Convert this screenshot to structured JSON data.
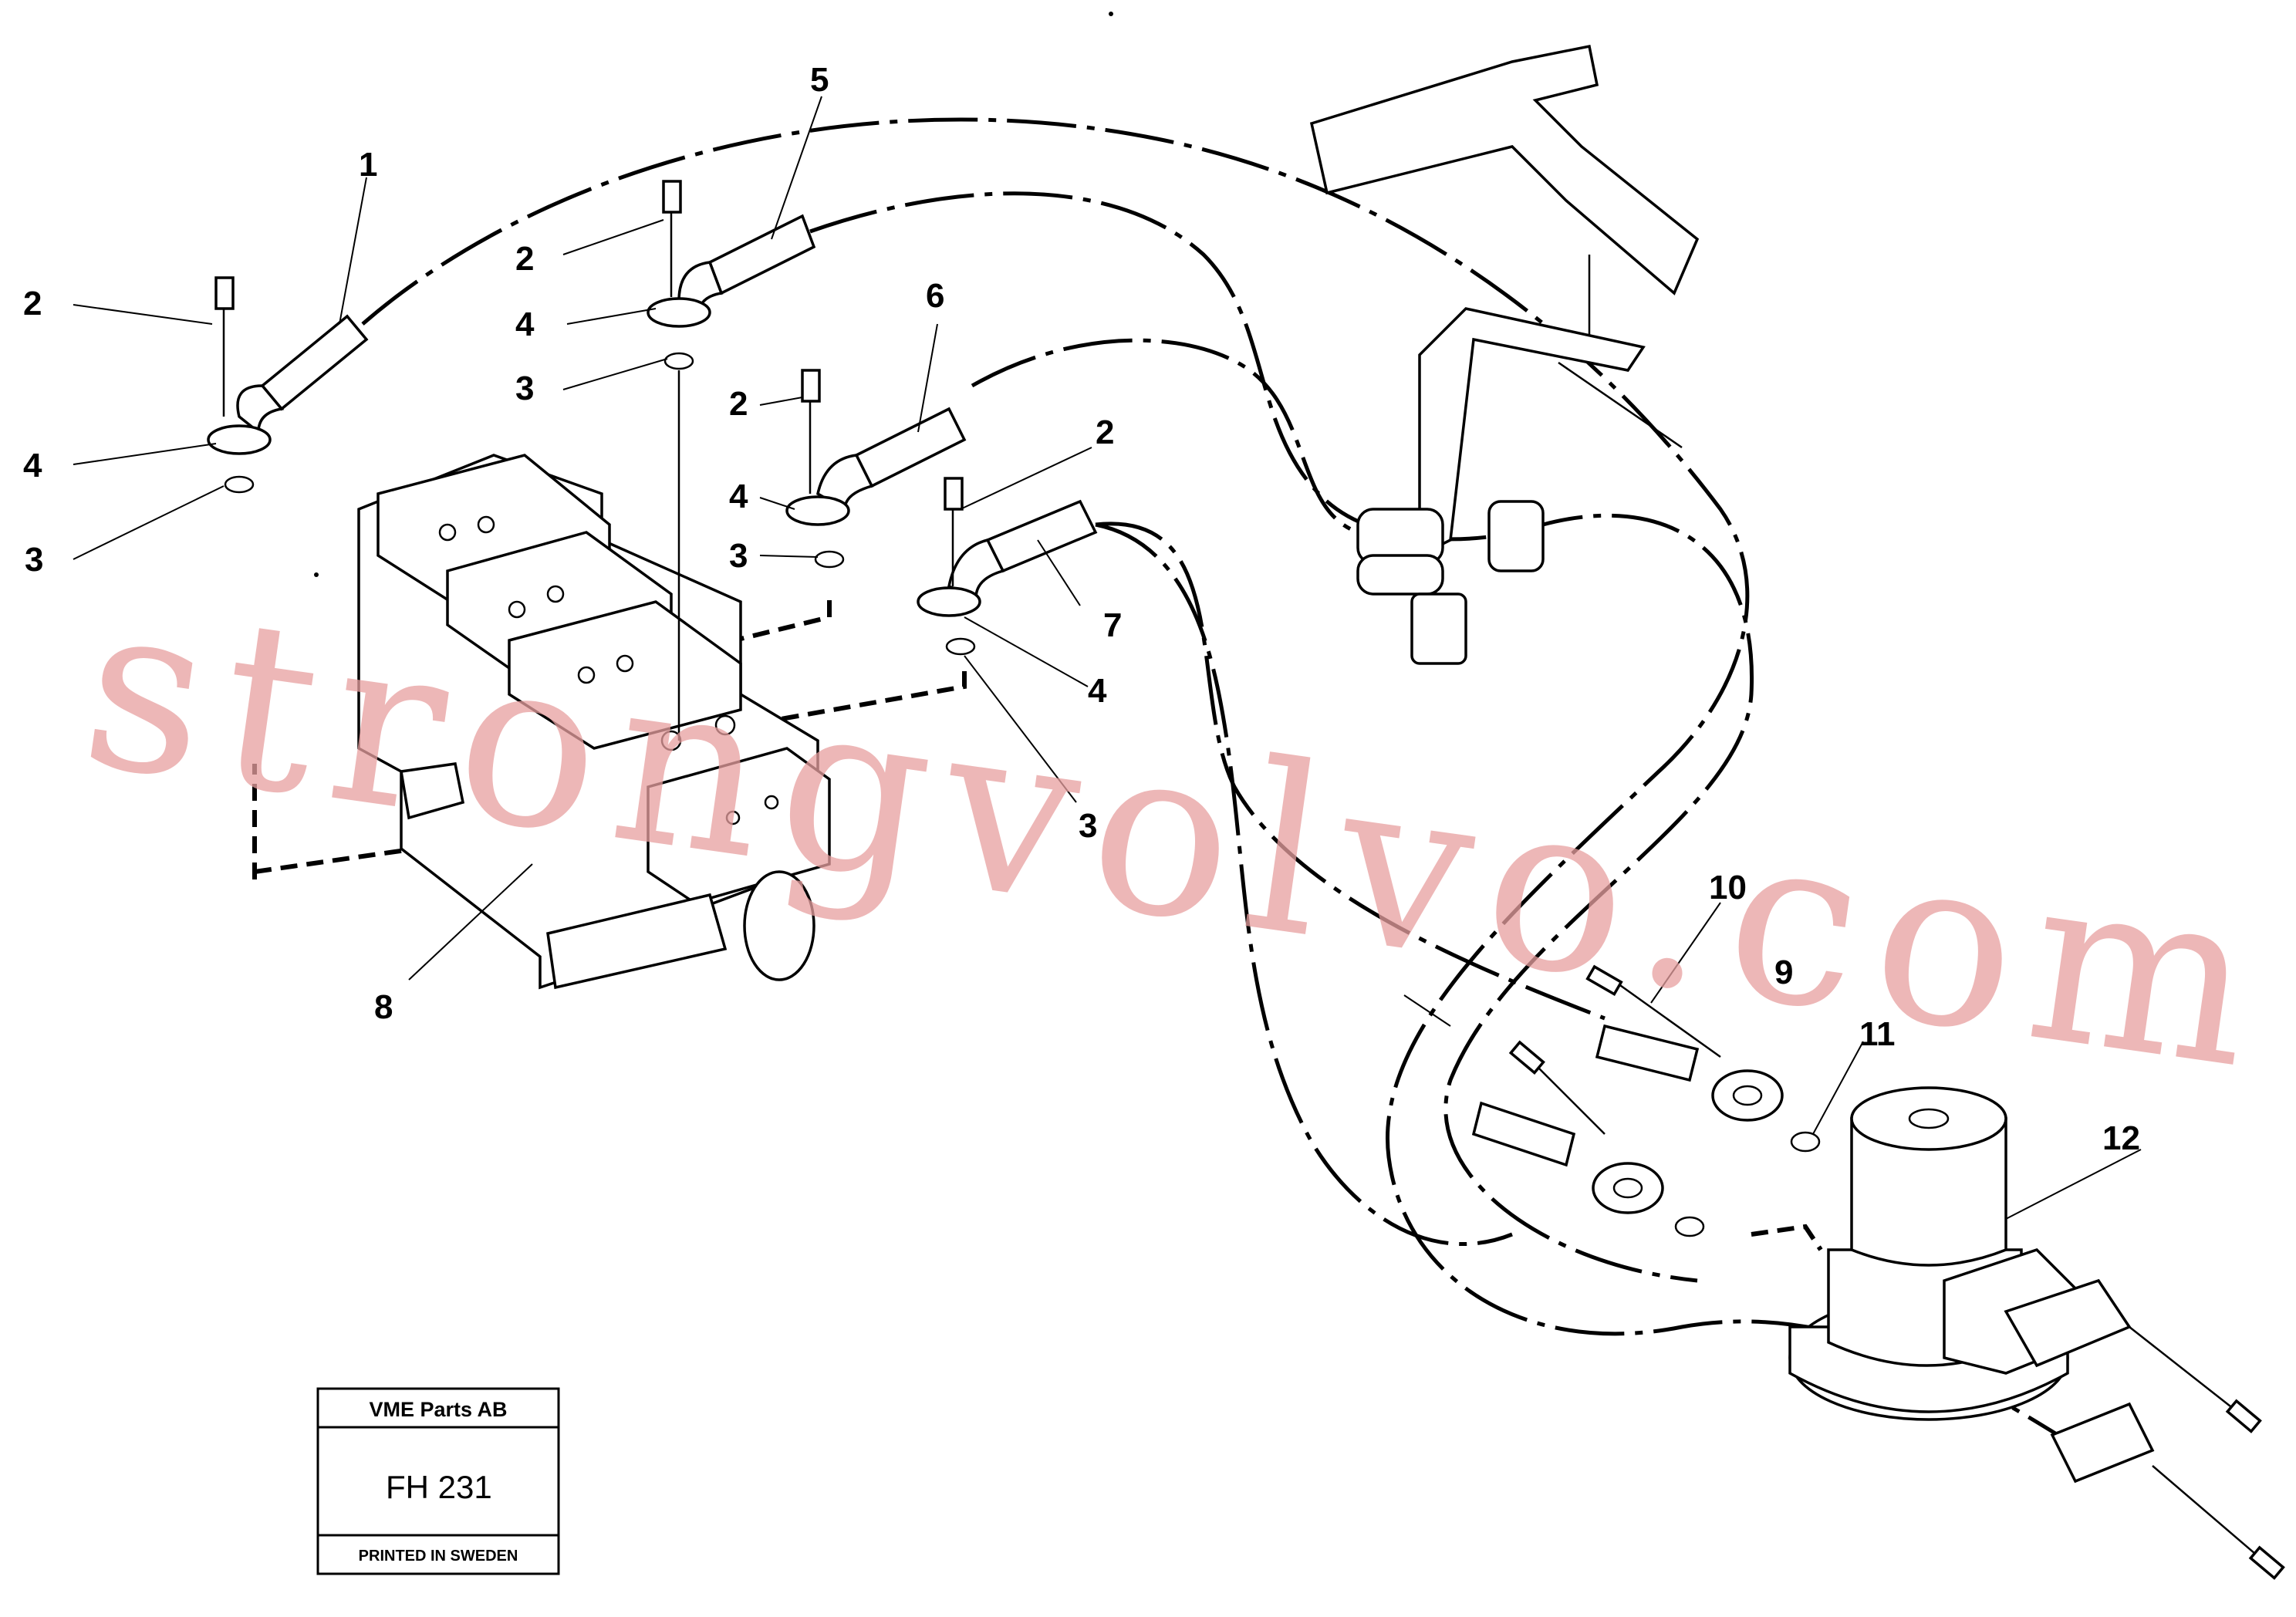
{
  "callouts": [
    {
      "id": "c1",
      "text": "1"
    },
    {
      "id": "c2a",
      "text": "2"
    },
    {
      "id": "c4a",
      "text": "4"
    },
    {
      "id": "c3a",
      "text": "3"
    },
    {
      "id": "c5",
      "text": "5"
    },
    {
      "id": "c2b",
      "text": "2"
    },
    {
      "id": "c4b",
      "text": "4"
    },
    {
      "id": "c3b",
      "text": "3"
    },
    {
      "id": "c6",
      "text": "6"
    },
    {
      "id": "c2c",
      "text": "2"
    },
    {
      "id": "c4c",
      "text": "4"
    },
    {
      "id": "c3c",
      "text": "3"
    },
    {
      "id": "c2d",
      "text": "2"
    },
    {
      "id": "c7",
      "text": "7"
    },
    {
      "id": "c4d",
      "text": "4"
    },
    {
      "id": "c3d",
      "text": "3"
    },
    {
      "id": "c8",
      "text": "8"
    },
    {
      "id": "c10",
      "text": "10"
    },
    {
      "id": "c9",
      "text": "9"
    },
    {
      "id": "c11",
      "text": "11"
    },
    {
      "id": "c12",
      "text": "12"
    }
  ],
  "watermark": "strongvolvo.com",
  "title_block": {
    "company": "VME Parts AB",
    "figure": "FH 231",
    "footer": "PRINTED IN SWEDEN"
  }
}
